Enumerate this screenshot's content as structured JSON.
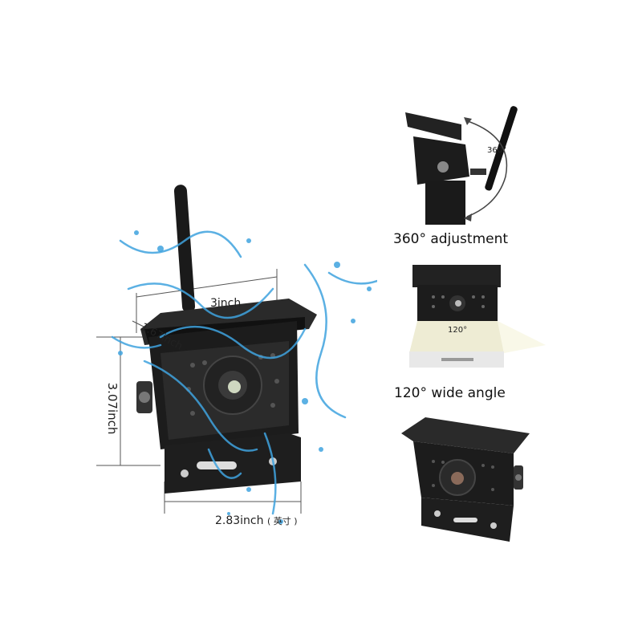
{
  "dimensions": {
    "width_label": "3inch",
    "depth_label": "1.67inch",
    "height_label": "3.07inch",
    "base_label": "2.83inch",
    "base_unit_note": "( 英寸 )"
  },
  "views": {
    "rotation_angle": "360°",
    "rotation_caption": "360° adjustment",
    "view_angle": "120°",
    "view_caption": "120° wide angle"
  },
  "colors": {
    "camera_body": "#1c1c1c",
    "splash": "#3fa3df",
    "dimension_lines": "#555555"
  },
  "icons": [
    "antenna-icon",
    "camera-lens-icon",
    "water-splash-icon",
    "rotation-arrow-icon"
  ]
}
